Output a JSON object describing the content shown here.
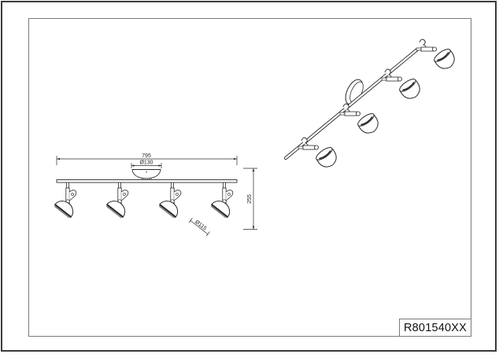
{
  "drawing": {
    "article_number": "R801540XX",
    "front_view": {
      "dimensions": {
        "overall_length": "795",
        "canopy_diameter": "Ø130",
        "overall_height": "255",
        "shade_diameter": "Ø115"
      },
      "spot_count": 4
    },
    "isometric_view": {
      "spot_count": 4
    },
    "colors": {
      "line": "#2a2a2a",
      "frame_outer": "#3a3a3a",
      "frame_inner": "#7a7a7a",
      "background": "#ffffff"
    }
  }
}
